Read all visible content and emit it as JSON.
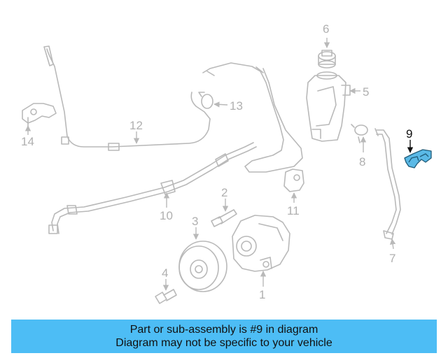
{
  "diagram": {
    "callouts": [
      "1",
      "2",
      "3",
      "4",
      "5",
      "6",
      "7",
      "8",
      "9",
      "10",
      "11",
      "12",
      "13",
      "14"
    ],
    "highlighted_part": "9",
    "highlight_color": "#5ab9e6"
  },
  "banner": {
    "line1": "Part or sub-assembly is #9 in diagram",
    "line2": "Diagram may not be specific to your vehicle",
    "background": "#4dbdf5"
  }
}
